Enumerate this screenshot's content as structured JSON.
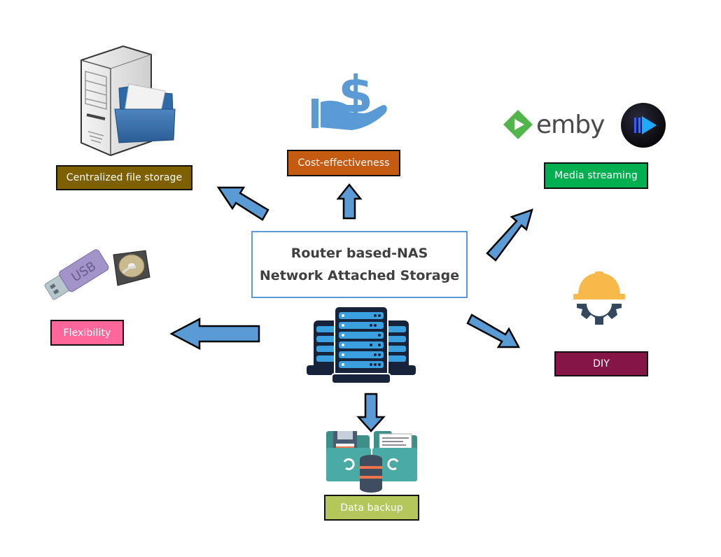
{
  "diagram": {
    "center": {
      "line1": "Router based-NAS",
      "line2": "Network Attached Storage"
    },
    "nodes": [
      {
        "id": "centralized",
        "label": "Centralized file storage",
        "color": "#7f6000",
        "icon": "server-folder-icon",
        "direction": "upper-left"
      },
      {
        "id": "cost",
        "label": "Cost-effectiveness",
        "color": "#c55a11",
        "icon": "hand-dollar-icon",
        "direction": "up"
      },
      {
        "id": "media",
        "label": "Media streaming",
        "color": "#00b050",
        "icon": "emby-logo-and-player-icon",
        "direction": "upper-right"
      },
      {
        "id": "flexibility",
        "label": "Flexibility",
        "color": "#ff6699",
        "icon": "usb-and-hdd-icon",
        "direction": "left"
      },
      {
        "id": "diy",
        "label": "DIY",
        "color": "#851447",
        "icon": "helmet-gear-icon",
        "direction": "lower-right"
      },
      {
        "id": "backup",
        "label": "Data backup",
        "color": "#b4c75a",
        "icon": "backup-folders-database-icon",
        "direction": "down"
      }
    ],
    "logos": {
      "emby_text": "emby",
      "usb_text": "USB"
    },
    "colors": {
      "arrow_fill": "#5b9bd5",
      "arrow_stroke": "#000000",
      "center_border": "#5b9bd5",
      "center_text": "#404040"
    }
  }
}
